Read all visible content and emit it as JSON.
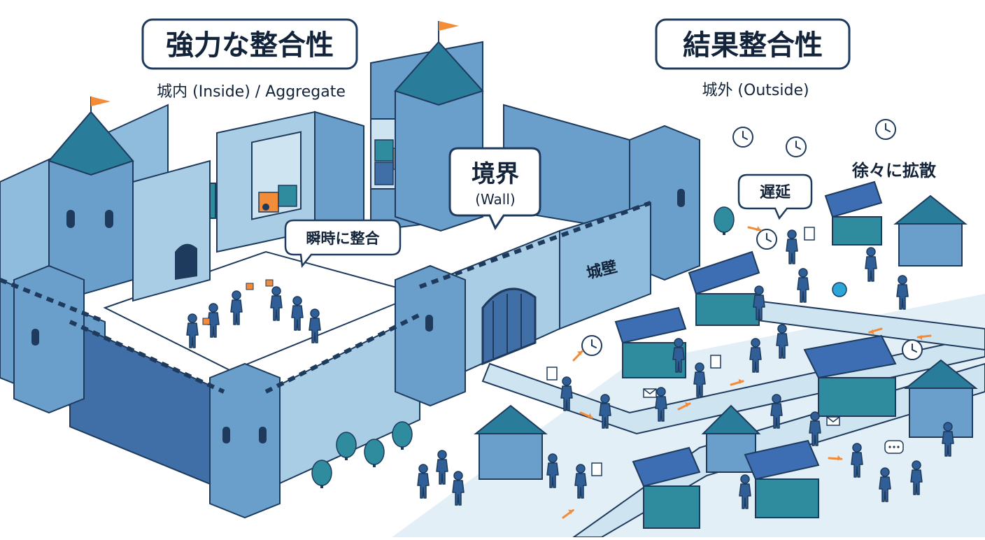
{
  "labels": {
    "strong_title": "強力な整合性",
    "strong_sub": "城内 (Inside) / Aggregate",
    "eventual_title": "結果整合性",
    "eventual_sub": "城外 (Outside)",
    "boundary_title": "境界",
    "boundary_sub": "(Wall)",
    "instant": "瞬時に整合",
    "castle_wall": "城壁",
    "latency": "遅延",
    "gradual": "徐々に拡散"
  },
  "icons": {
    "clock": "clock-icon",
    "flag": "flag-icon",
    "envelope": "envelope-icon",
    "scroll": "scroll-icon",
    "speech": "speech-bubble-icon",
    "puzzle": "puzzle-icon",
    "sigma": "sigma-icon",
    "gear": "gear-icon"
  },
  "colors": {
    "outline": "#1e3a5c",
    "wall_light": "#a9cde4",
    "wall_mid": "#6b9fcb",
    "wall_dark": "#3f6fa6",
    "roof": "#2a7d9a",
    "accent_orange": "#f28c38",
    "ground": "#cfe4f1",
    "courtyard": "#ffffff",
    "stall_blue": "#3d6eb4",
    "tree": "#2e8c9e"
  }
}
